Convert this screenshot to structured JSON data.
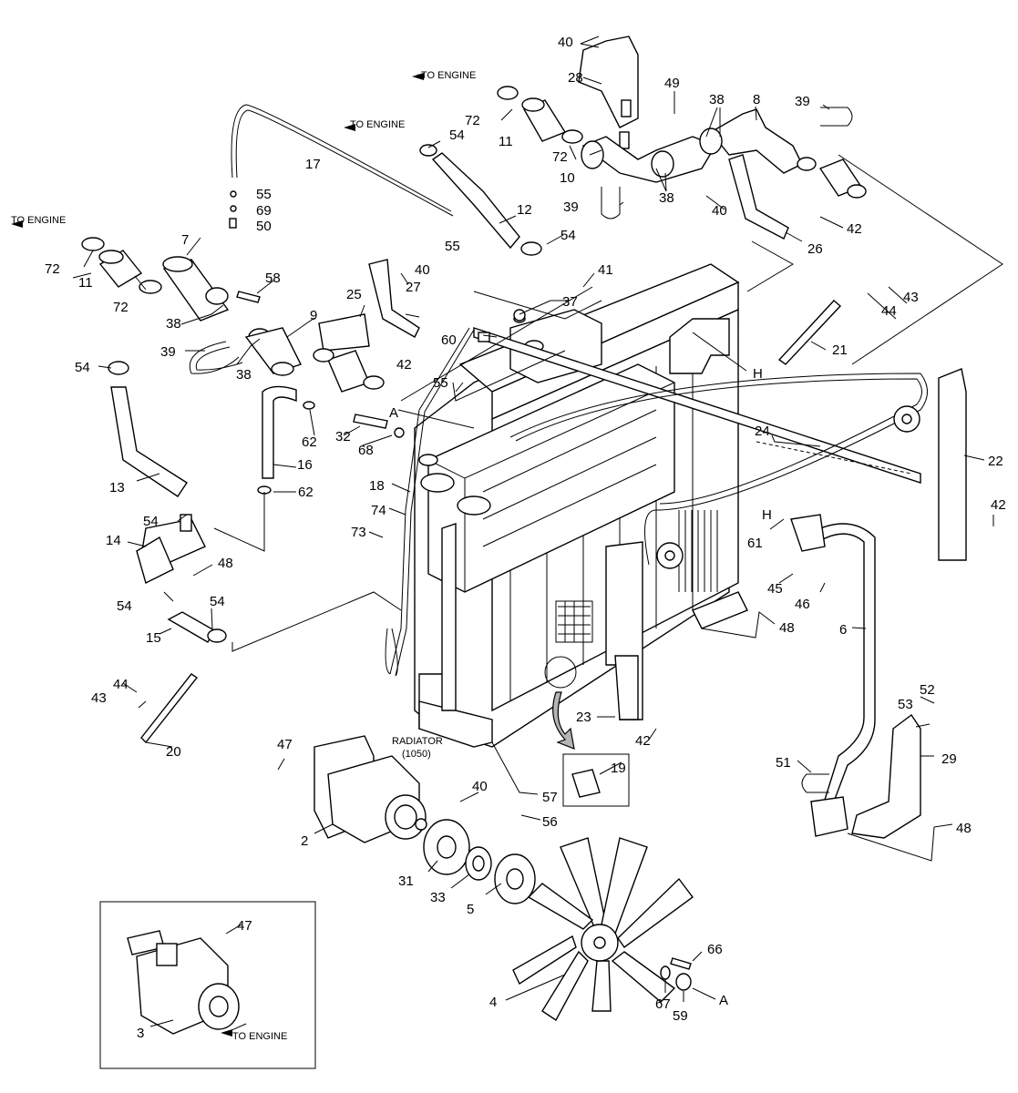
{
  "notes": {
    "to_engine": "TO ENGINE",
    "radiator_name": "RADIATOR",
    "radiator_num": "(1050)"
  },
  "labels": [
    "2",
    "3",
    "4",
    "5",
    "6",
    "7",
    "8",
    "9",
    "10",
    "11",
    "12",
    "13",
    "14",
    "15",
    "16",
    "17",
    "18",
    "19",
    "20",
    "21",
    "22",
    "23",
    "24",
    "25",
    "26",
    "27",
    "28",
    "29",
    "31",
    "32",
    "33",
    "37",
    "38",
    "39",
    "40",
    "41",
    "42",
    "43",
    "44",
    "45",
    "46",
    "47",
    "48",
    "49",
    "50",
    "51",
    "52",
    "53",
    "54",
    "55",
    "56",
    "57",
    "58",
    "59",
    "60",
    "61",
    "62",
    "66",
    "67",
    "68",
    "69",
    "72",
    "73",
    "74",
    "A",
    "H"
  ]
}
